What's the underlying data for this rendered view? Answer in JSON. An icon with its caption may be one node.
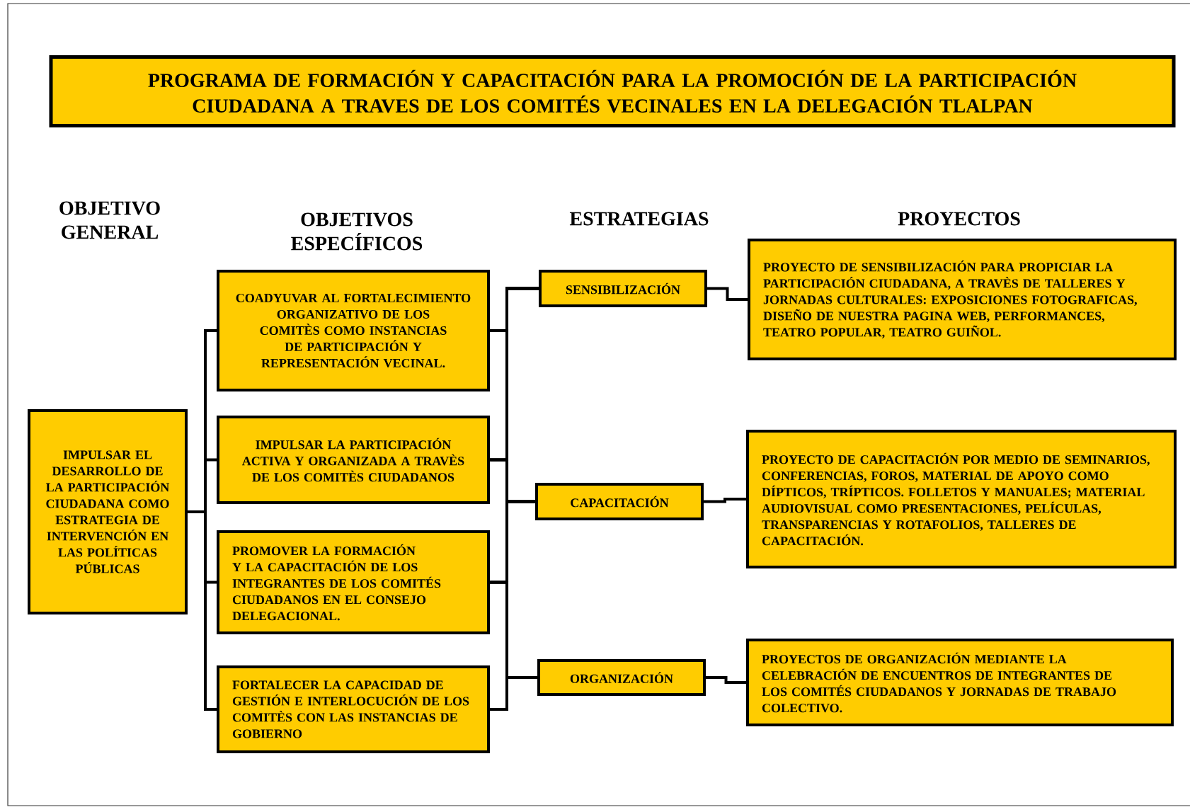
{
  "diagram": {
    "title": "PROGRAMA DE  FORMACIÓN Y CAPACITACIÓN PARA LA PROMOCIÓN  DE  LA PARTICIPACIÓN CIUDADANA  A TRAVES DE  LOS COMITÉS VECINALES EN LA DELEGACIÓN TLALPAN",
    "nodes": [
      {
        "text": [
          "IMPULSAR EL DESARROLLO DE LA PARTICIPACIÓN CIUDADANA COMO ESTRATEGIA DE INTERVENCIÓN EN LAS POLÍTICAS PÚBLICAS"
        ]
      },
      {
        "text": [
          "COADYUVAR AL FORTALECIMIENTO ORGANIZATIVO DE LOS COMITÈS COMO INSTANCIAS DE PARTICIPACIÓN Y REPRESENTACIÓN VECINAL."
        ]
      },
      {
        "text": [
          "IMPULSAR LA PARTICIPACIÓN ACTIVA Y ORGANIZADA A TRAVÈS DE LOS COMITÈS CIUDADANOS"
        ]
      },
      {
        "text": [
          "PROMOVER LA FORMACIÓN Y LA CAPACITACIÓN DE LOS INTEGRANTES DE LOS COMITÉS CIUDADANOS EN EL CONSEJO DELEGACIONAL."
        ]
      },
      {
        "text": [
          "FORTALECER LA CAPACIDAD DE GESTIÓN E INTERLOCUCIÓN DE LOS COMITÈS CON LAS INSTANCIAS DE GOBIERNO"
        ]
      },
      {
        "text": [
          "SENSIBILIZACIÓN"
        ]
      },
      {
        "text": [
          "CAPACITACIÓN"
        ]
      },
      {
        "text": [
          "ORGANIZACIÓN"
        ]
      },
      {
        "text": [
          "PROYECTO DE SENSIBILIZACIÓN PARA PROPICIAR LA PARTICIPACIÓN CIUDADANA, A TRAVÈS DE TALLERES Y JORNADAS CULTURALES: EXPOSICIONES FOTOGRAFICAS, DISEÑO DE NUESTRA PAGINA WEB,  PERFORMANCES,  TEATRO POPULAR, TEATRO GUIÑOL."
        ]
      },
      {
        "text": [
          "PROYECTO DE CAPACITACIÓN  POR MEDIO DE SEMINARIOS,  CONFERENCIAS, FOROS, MATERIAL DE APOYO  COMO DÍPTICOS, TRÍPTICOS. FOLLETOS Y MANUALES; MATERIAL AUDIOVISUAL COMO PRESENTACIONES, PELÍCULAS, TRANSPARENCIAS  Y ROTAFOLIOS, TALLERES DE CAPACITACIÓN."
        ]
      },
      {
        "text": [
          "PROYECTOS DE ORGANIZACIÓN MEDIANTE LA CELEBRACIÓN DE ENCUENTROS DE INTEGRANTES DE LOS COMITÉS CIUDADANOS Y JORNADAS  DE TRABAJO COLECTIVO."
        ]
      }
    ],
    "edges": [
      {
        "from": 0,
        "to": 1,
        "arrow": "none"
      },
      {
        "from": 0,
        "to": 2,
        "arrow": "none"
      },
      {
        "from": 0,
        "to": 3,
        "arrow": "none"
      },
      {
        "from": 0,
        "to": 4,
        "arrow": "none"
      },
      {
        "from": 1,
        "to": 5,
        "arrow": "none"
      },
      {
        "from": 1,
        "to": 6,
        "arrow": "none"
      },
      {
        "from": 1,
        "to": 7,
        "arrow": "none"
      },
      {
        "from": 2,
        "to": 5,
        "arrow": "none"
      },
      {
        "from": 2,
        "to": 6,
        "arrow": "none"
      },
      {
        "from": 2,
        "to": 7,
        "arrow": "none"
      },
      {
        "from": 3,
        "to": 5,
        "arrow": "none"
      },
      {
        "from": 3,
        "to": 6,
        "arrow": "none"
      },
      {
        "from": 3,
        "to": 7,
        "arrow": "none"
      },
      {
        "from": 4,
        "to": 5,
        "arrow": "none"
      },
      {
        "from": 4,
        "to": 6,
        "arrow": "none"
      },
      {
        "from": 4,
        "to": 7,
        "arrow": "none"
      },
      {
        "from": 5,
        "to": 8,
        "arrow": "none"
      },
      {
        "from": 6,
        "to": 9,
        "arrow": "none"
      },
      {
        "from": 7,
        "to": 10,
        "arrow": "none"
      }
    ],
    "labels": [
      "OBJETIVO GENERAL",
      "OBJETIVOS ESPECÍFICOS",
      "ESTRATEGIAS",
      "PROYECTOS"
    ]
  }
}
